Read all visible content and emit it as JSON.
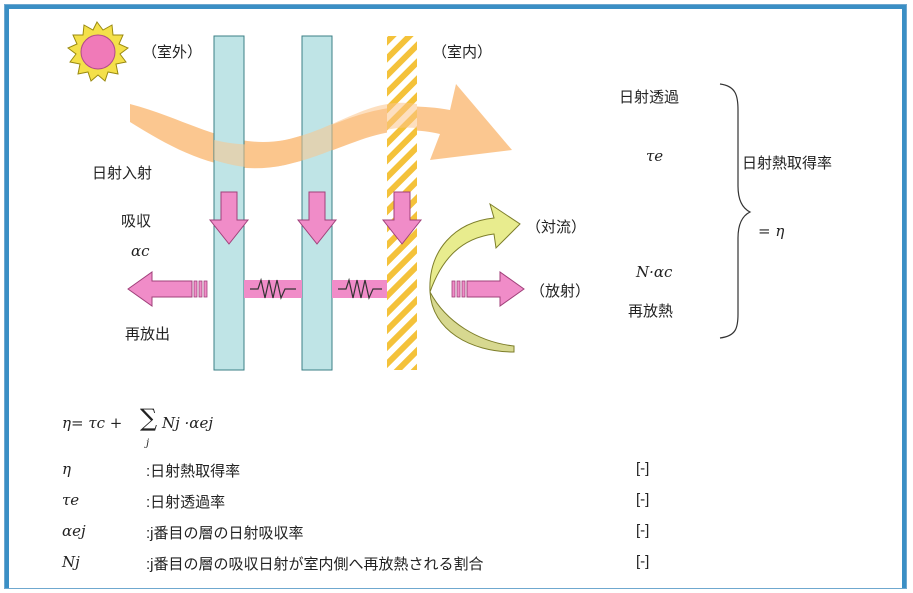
{
  "labels": {
    "outdoor": "（室外）",
    "indoor": "（室内）",
    "incident": "日射入射",
    "absorption": "吸収",
    "reemission": "再放出",
    "convection": "（対流）",
    "radiation": "（放射）",
    "transmission": "日射透過",
    "shgc": "日射熱取得率",
    "reheat": "再放熱"
  },
  "symbols": {
    "alpha_c": "αc",
    "tau_e": "τe",
    "n_alpha": "N·αc",
    "eq_eta": "= η"
  },
  "formula": {
    "lhs": "η= τc + ",
    "sum": "∑",
    "index": "j",
    "rhs": "Nj ·αej"
  },
  "legend": [
    {
      "symbol": "η",
      "desc": ":日射熱取得率",
      "unit": "[-]"
    },
    {
      "symbol": "τe",
      "desc": ":日射透過率",
      "unit": "[-]"
    },
    {
      "symbol": "αej",
      "desc": ":j番目の層の日射吸収率",
      "unit": "[-]"
    },
    {
      "symbol": "Nj",
      "desc": ":j番目の層の吸収日射が室内側へ再放熱される割合",
      "unit": "[-]"
    }
  ],
  "colors": {
    "frame": "#3a8fc5",
    "glass": "#bfe4e6",
    "glass_border": "#3b7f86",
    "stripe_yellow": "#f4c23a",
    "sun": "#f07ab8",
    "sun_rays": "#f4e04a",
    "transmit_arrow": "#fbc48a",
    "absorb_arrow": "#f08cc8",
    "convection_arrow": "#e8ec8e",
    "curve_arrow": "#d7d890"
  },
  "icons": [
    "sun-icon",
    "spring-icon",
    "brace-icon"
  ]
}
